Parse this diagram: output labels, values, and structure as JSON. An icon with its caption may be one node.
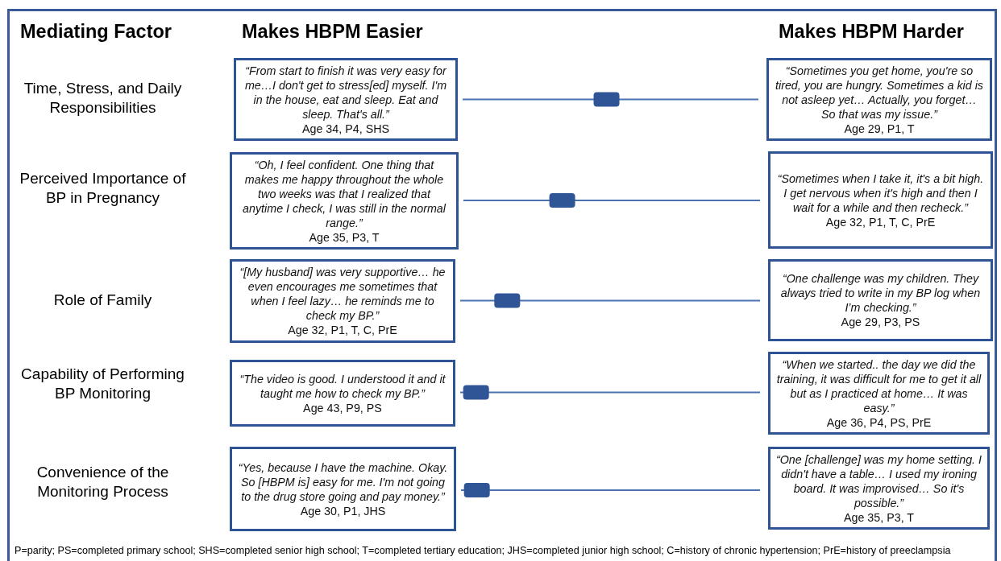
{
  "diagram": {
    "nodes": [
      {
        "text": [
          "“From start to finish it was very easy for me…I don't get to stress[ed] myself. I'm in the house, eat and sleep. Eat and sleep. That's all.”",
          "Age 34, P4, SHS"
        ]
      },
      {
        "text": [
          "“Sometimes you get home, you're so tired, you are hungry. Sometimes a kid is not asleep yet…  Actually, you forget…  So that was my issue.”",
          "Age 29, P1, T"
        ]
      },
      {
        "text": [
          "“Oh, I feel confident. One thing that makes me happy throughout the whole two weeks was that I realized that anytime I check, I was still in the normal range.”",
          "Age 35, P3, T"
        ]
      },
      {
        "text": [
          "“Sometimes when I take it, it's a bit high. I get nervous when it's high and then I wait for a while and then recheck.”",
          "Age 32, P1, T, C, PrE"
        ]
      },
      {
        "text": [
          "“[My husband] was very supportive… he even encourages me sometimes that when I feel lazy… he reminds me to check my BP.”",
          "Age 32, P1, T, C, PrE"
        ]
      },
      {
        "text": [
          "“One challenge was my children. They always tried to write in my BP log when I’m checking.”",
          "Age 29, P3, PS"
        ]
      },
      {
        "text": [
          "“The video is good. I understood it and it taught me how to check my BP.”",
          "Age 43, P9, PS"
        ]
      },
      {
        "text": [
          "“When we started.. the day we did the training, it was difficult for me to get it all but as I practiced at home… It was easy.”",
          "Age 36, P4, PS, PrE"
        ]
      },
      {
        "text": [
          "“Yes, because I have the machine. Okay. So [HBPM is] easy for me. I'm not going to the drug store going and pay money.”",
          "Age 30, P1, JHS"
        ]
      },
      {
        "text": [
          "“One [challenge] was my home setting. I didn't have a table… I used my ironing board. It was improvised… So it's possible.”",
          "Age 35, P3, T"
        ]
      }
    ],
    "edges": [
      {
        "from": 0,
        "to": 1,
        "arrow": "none"
      },
      {
        "from": 2,
        "to": 3,
        "arrow": "none"
      },
      {
        "from": 4,
        "to": 5,
        "arrow": "none"
      },
      {
        "from": 6,
        "to": 7,
        "arrow": "none"
      },
      {
        "from": 8,
        "to": 9,
        "arrow": "none"
      }
    ],
    "labels": [
      "Mediating Factor",
      "Makes HBPM Easier",
      "Makes HBPM Harder",
      "Time, Stress, and Daily Responsibilities",
      "Perceived Importance of BP in Pregnancy",
      "Role of Family",
      "Capability of Performing BP Monitoring",
      "Convenience of the Monitoring Process",
      "P=parity; PS=completed primary school; SHS=completed senior high school; T=completed tertiary education; JHS=completed junior high school; C=history of chronic hypertension; PrE=history of preeclampsia"
    ]
  }
}
